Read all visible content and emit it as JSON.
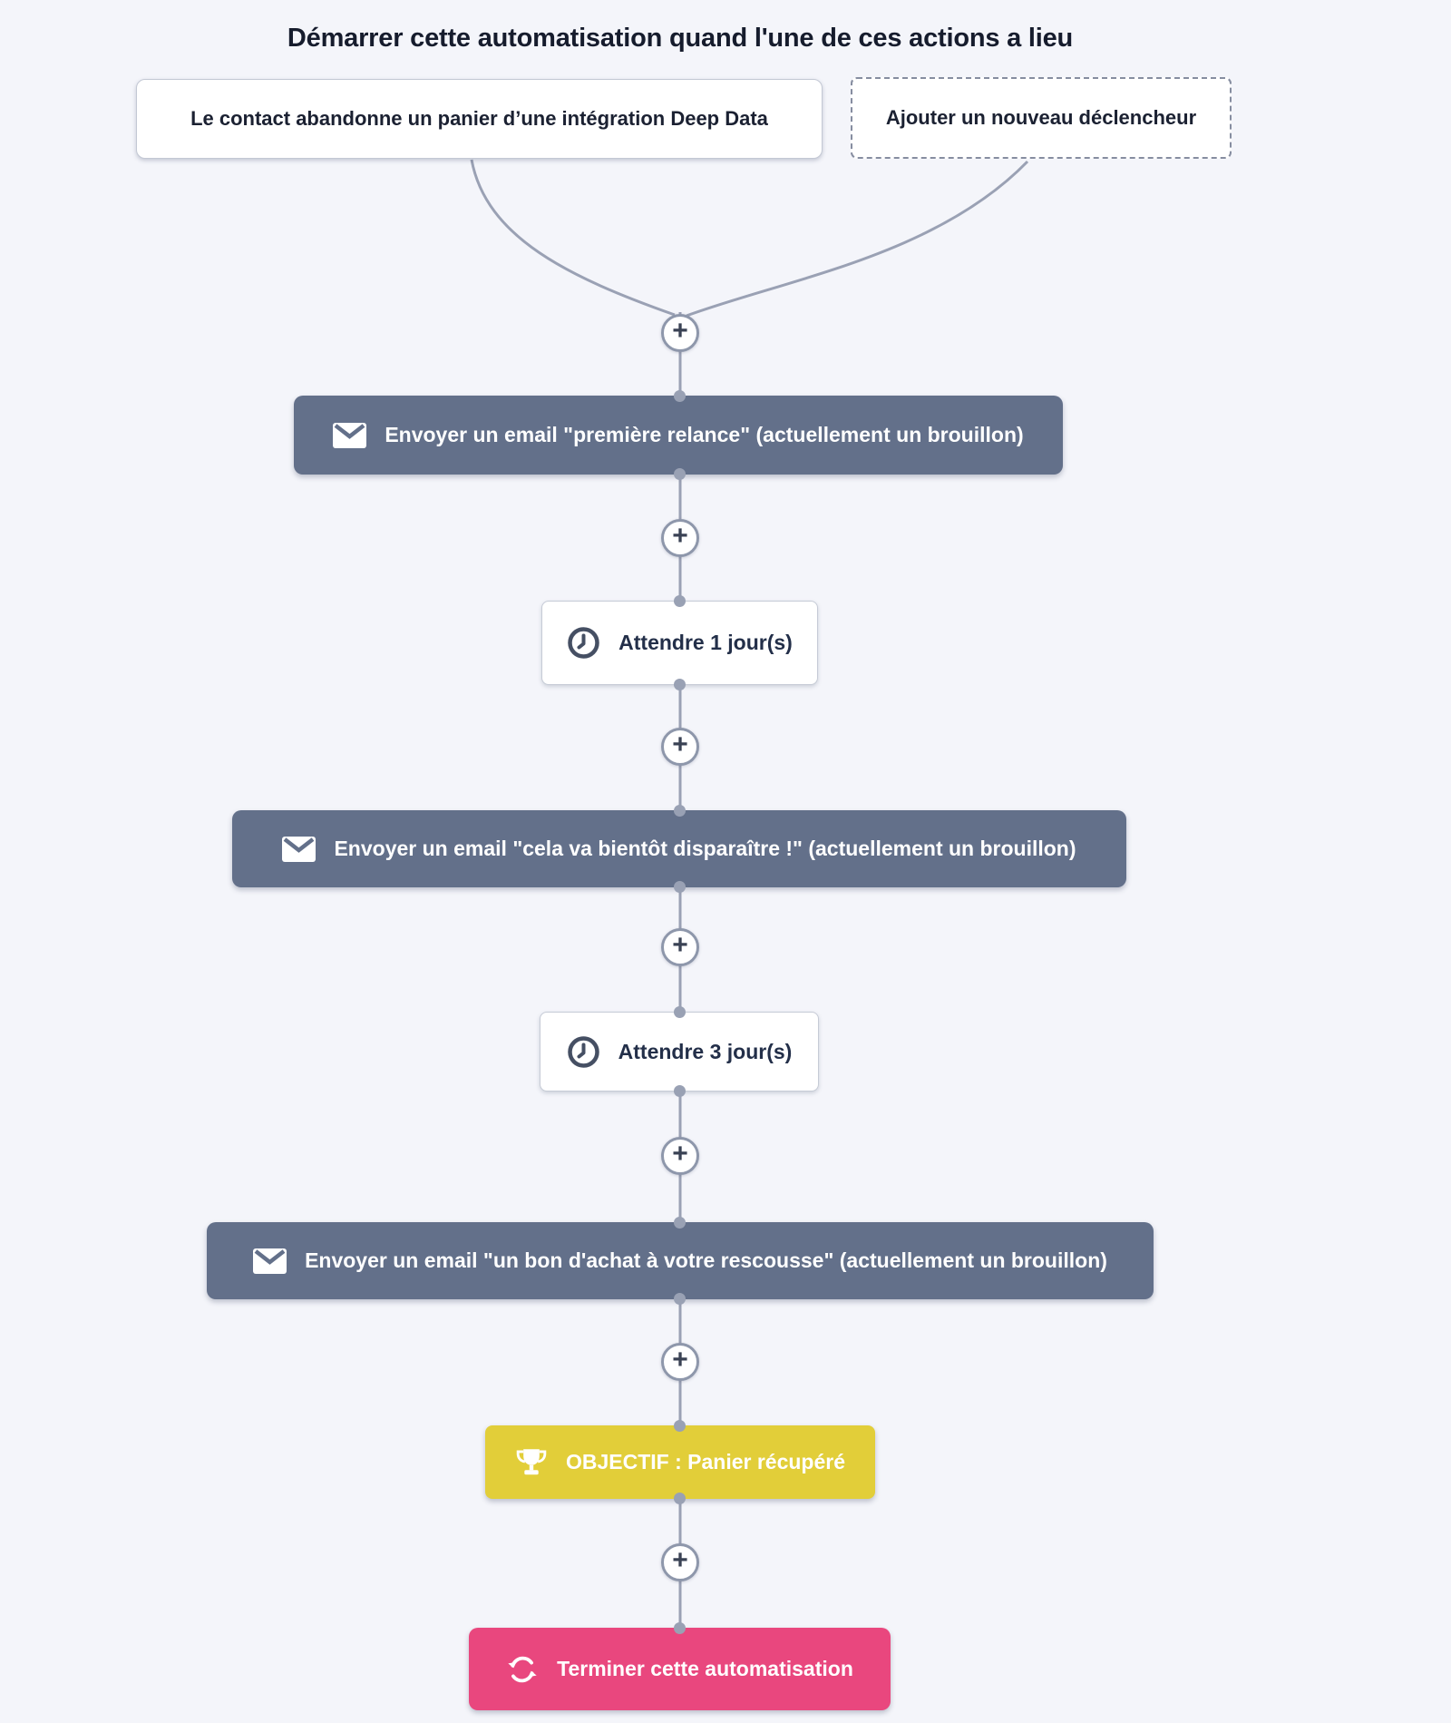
{
  "page": {
    "title": "Démarrer cette automatisation quand l'une de ces actions a lieu"
  },
  "triggers": {
    "existing": {
      "label": "Le contact abandonne un panier d’une intégration Deep Data"
    },
    "add_new": {
      "label": "Ajouter un nouveau déclencheur"
    }
  },
  "nodes": [
    {
      "type": "email",
      "icon": "envelope-icon",
      "label": "Envoyer un email \"première relance\" (actuellement un brouillon)"
    },
    {
      "type": "wait",
      "icon": "clock-icon",
      "label": "Attendre 1 jour(s)"
    },
    {
      "type": "email",
      "icon": "envelope-icon",
      "label": "Envoyer un email \"cela va bientôt disparaître !\" (actuellement un brouillon)"
    },
    {
      "type": "wait",
      "icon": "clock-icon",
      "label": "Attendre 3 jour(s)"
    },
    {
      "type": "email",
      "icon": "envelope-icon",
      "label": "Envoyer un email \"un bon d'achat à votre rescousse\" (actuellement un brouillon)"
    },
    {
      "type": "goal",
      "icon": "trophy-icon",
      "label": "OBJECTIF : Panier récupéré"
    },
    {
      "type": "end",
      "icon": "sync-icon",
      "label": "Terminer cette automatisation"
    }
  ],
  "ui": {
    "plus_glyph": "+"
  },
  "colors": {
    "background": "#f4f5fa",
    "email_node": "#63708a",
    "wait_node": "#ffffff",
    "goal_node": "#e2ce39",
    "end_node": "#e9477e",
    "connector": "#9aa1b4",
    "text_dark": "#1b2132",
    "text_light": "#ffffff"
  }
}
